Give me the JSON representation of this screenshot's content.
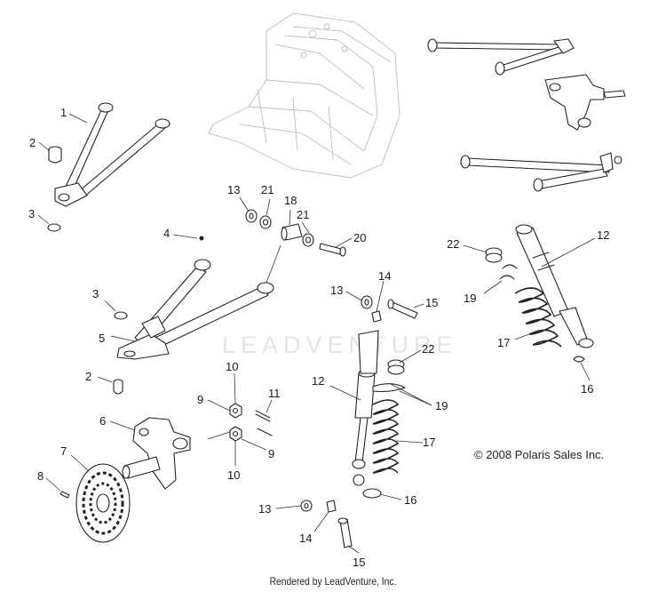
{
  "callouts": {
    "c1": "1",
    "c2a": "2",
    "c3a": "3",
    "c4": "4",
    "c13a": "13",
    "c21a": "21",
    "c18": "18",
    "c21b": "21",
    "c20": "20",
    "c22a": "22",
    "c12a": "12",
    "c3b": "3",
    "c13b": "13",
    "c14a": "14",
    "c15a": "15",
    "c19a": "19",
    "c5": "5",
    "c17a": "17",
    "c2b": "2",
    "c22b": "22",
    "c10a": "10",
    "c12b": "12",
    "c16a": "16",
    "c9a": "9",
    "c11": "11",
    "c19b": "19",
    "c6": "6",
    "c17b": "17",
    "c7": "7",
    "c9b": "9",
    "c8": "8",
    "c10b": "10",
    "c16b": "16",
    "c13c": "13",
    "c14b": "14",
    "c15b": "15"
  },
  "copyright": "© 2008 Polaris Sales Inc.",
  "footer": "Rendered by LeadVenture, Inc.",
  "watermark": "LEADVENTURE"
}
